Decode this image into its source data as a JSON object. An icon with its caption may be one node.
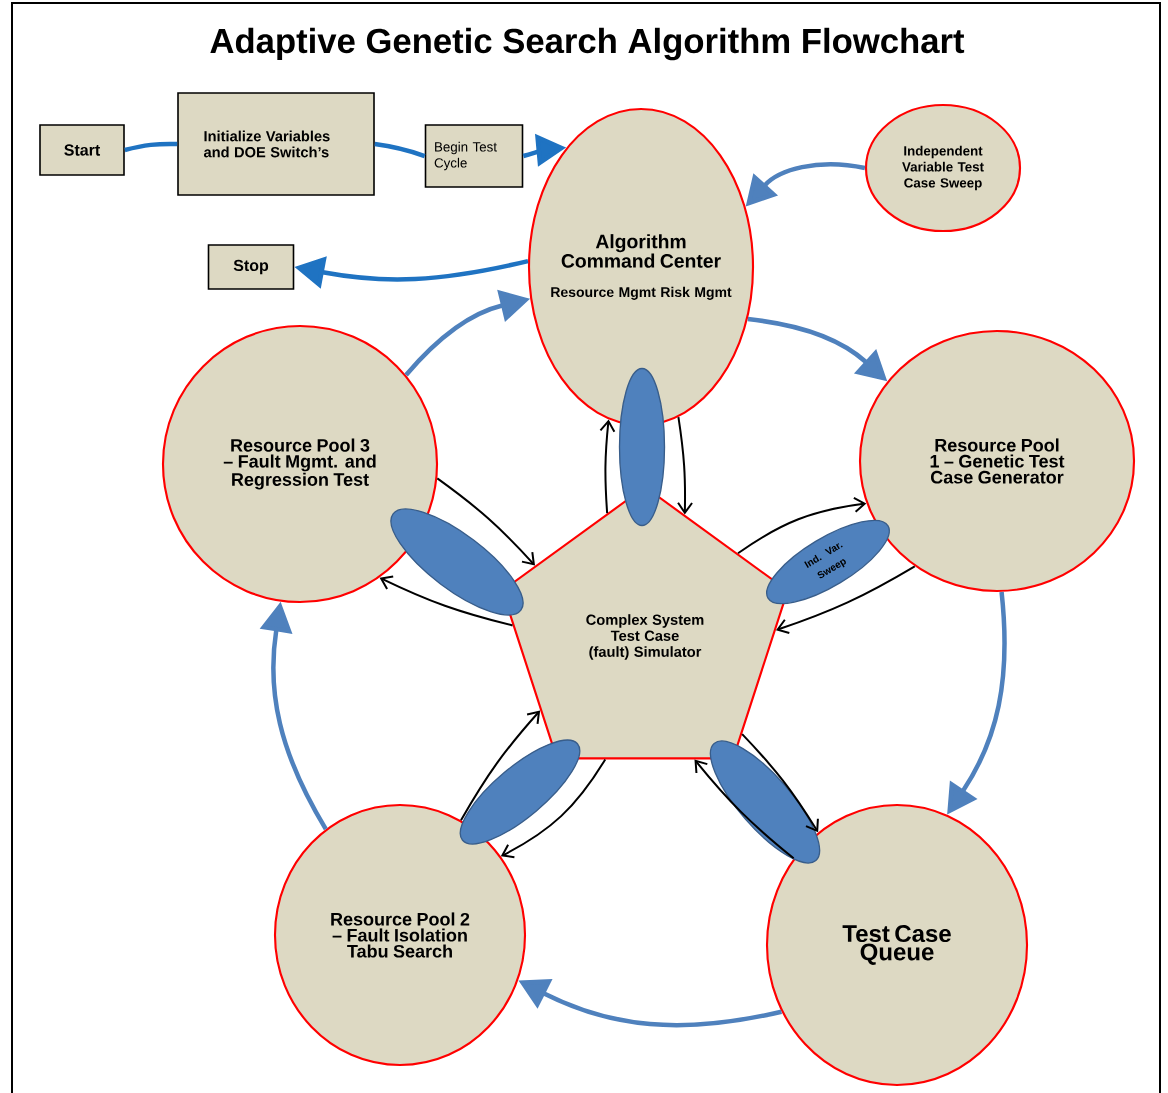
{
  "diagram": {
    "title": "Adaptive Genetic Search Algorithm Flowchart",
    "nodes": [
      {
        "text": [
          "Start"
        ]
      },
      {
        "text": [
          "Initialize Variables and DOE Switch’s"
        ]
      },
      {
        "text": [
          "Begin Test Cycle"
        ]
      },
      {
        "text": [
          "Independent Variable Test Case Sweep"
        ]
      },
      {
        "text": [
          "Algorithm Command Center",
          "Resource Mgmt Risk Mgmt"
        ]
      },
      {
        "text": [
          "Stop"
        ]
      },
      {
        "text": [
          "Resource Pool 3 – Fault Mgmt. and Regression Test"
        ]
      },
      {
        "text": [
          "Resource Pool 1 – Genetic Test Case Generator"
        ]
      },
      {
        "text": [],
        "shape": "ellipse"
      },
      {
        "text": [],
        "shape": "ellipse"
      },
      {
        "text": [
          "Ind. Var. Sweep"
        ]
      },
      {
        "text": [
          "Complex System Test Case (fault) Simulator"
        ]
      },
      {
        "text": [],
        "shape": "ellipse"
      },
      {
        "text": [],
        "shape": "ellipse"
      },
      {
        "text": [
          "Resource Pool 2 – Fault Isolation Tabu Search"
        ]
      },
      {
        "text": [
          "Test Case Queue"
        ]
      }
    ],
    "edges": [
      {
        "from": 0,
        "to": 1,
        "arrow": "none",
        "style": "thick",
        "color": "#1f73c2"
      },
      {
        "from": 1,
        "to": 2,
        "arrow": "none",
        "style": "thick",
        "color": "#1f73c2"
      },
      {
        "from": 2,
        "to": 4,
        "arrow": "to",
        "style": "thick",
        "color": "#1f73c2"
      },
      {
        "from": 4,
        "to": 5,
        "arrow": "to",
        "style": "thick",
        "color": "#1f73c2"
      },
      {
        "from": 3,
        "to": 4,
        "arrow": "to",
        "style": "thick",
        "color": "#4f81bd"
      },
      {
        "from": 4,
        "to": 7,
        "arrow": "to",
        "style": "thick",
        "color": "#4f81bd"
      },
      {
        "from": 7,
        "to": 15,
        "arrow": "to",
        "style": "thick",
        "color": "#4f81bd"
      },
      {
        "from": 15,
        "to": 14,
        "arrow": "to",
        "style": "thick",
        "color": "#4f81bd"
      },
      {
        "from": 14,
        "to": 6,
        "arrow": "to",
        "style": "thick",
        "color": "#4f81bd"
      },
      {
        "from": 6,
        "to": 4,
        "arrow": "to",
        "style": "thick",
        "color": "#4f81bd"
      },
      {
        "from": 11,
        "to": 4,
        "arrow": "to",
        "color": "#000000"
      },
      {
        "from": 4,
        "to": 11,
        "arrow": "to",
        "color": "#000000"
      },
      {
        "from": 6,
        "to": 11,
        "arrow": "to",
        "color": "#000000"
      },
      {
        "from": 11,
        "to": 6,
        "arrow": "to",
        "color": "#000000"
      },
      {
        "from": 11,
        "to": 7,
        "arrow": "to",
        "color": "#000000"
      },
      {
        "from": 7,
        "to": 11,
        "arrow": "to",
        "color": "#000000"
      },
      {
        "from": 11,
        "to": 15,
        "arrow": "to",
        "color": "#000000"
      },
      {
        "from": 15,
        "to": 11,
        "arrow": "to",
        "color": "#000000"
      },
      {
        "from": 14,
        "to": 11,
        "arrow": "to",
        "color": "#000000"
      },
      {
        "from": 11,
        "to": 14,
        "arrow": "to",
        "color": "#000000"
      }
    ]
  }
}
